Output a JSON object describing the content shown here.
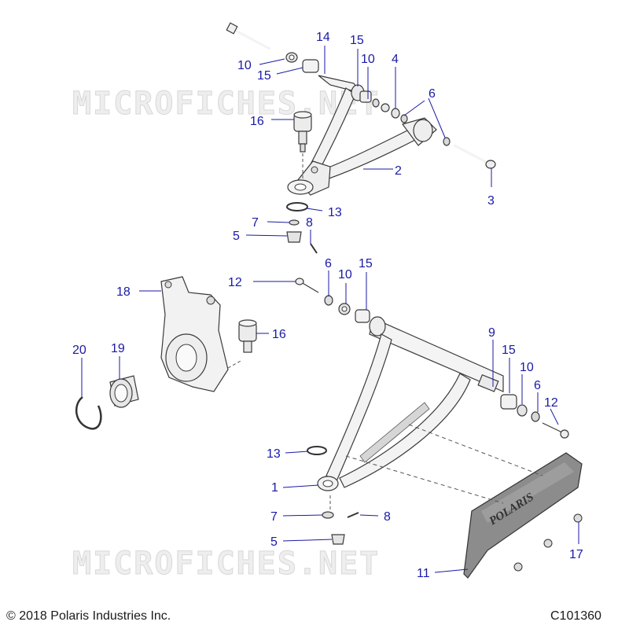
{
  "watermark": "MICROFICHES.NET",
  "brand_label": "POLARIS",
  "footer": {
    "copyright": "© 2018 Polaris Industries Inc.",
    "diagram_id": "C101360"
  },
  "callouts": {
    "c14": "14",
    "c15a": "15",
    "c10a": "10",
    "c4": "4",
    "c10b": "10",
    "c15b": "15",
    "c6a": "6",
    "c16a": "16",
    "c2": "2",
    "c3": "3",
    "c13a": "13",
    "c7a": "7",
    "c8a": "8",
    "c5a": "5",
    "c12a": "12",
    "c6b": "6",
    "c10c": "10",
    "c15c": "15",
    "c18": "18",
    "c16b": "16",
    "c20": "20",
    "c19": "19",
    "c9": "9",
    "c15d": "15",
    "c10d": "10",
    "c6c": "6",
    "c12b": "12",
    "c13b": "13",
    "c1": "1",
    "c7b": "7",
    "c8b": "8",
    "c5b": "5",
    "c11": "11",
    "c17": "17"
  },
  "colors": {
    "callout": "#1a1aa6",
    "part_fill": "#f0f0f0",
    "part_stroke": "#3a3a3a",
    "guard_fill": "#8c8c8c"
  }
}
